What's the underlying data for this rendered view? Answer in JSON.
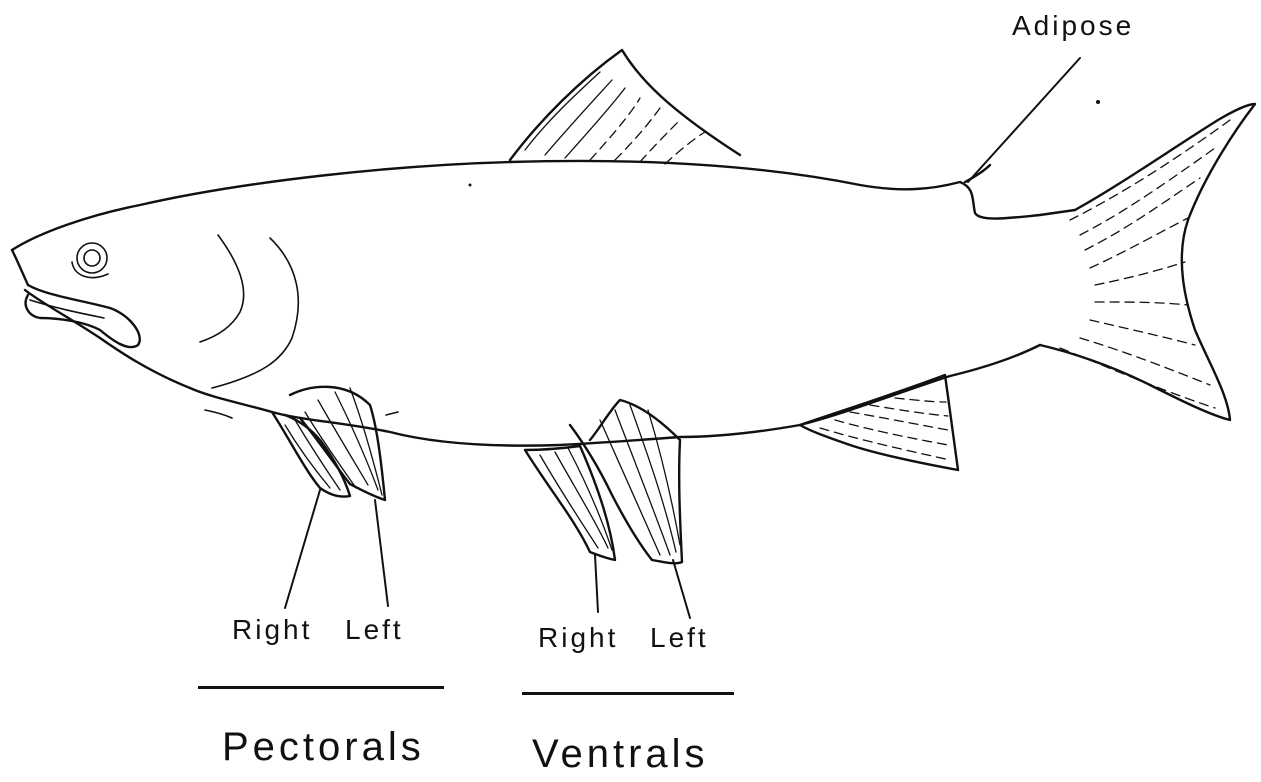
{
  "labels": {
    "adipose": "Adipose",
    "pectoral_right": "Right",
    "pectoral_left": "Left",
    "ventral_right": "Right",
    "ventral_left": "Left",
    "pectorals": "Pectorals",
    "ventrals": "Ventrals"
  },
  "colors": {
    "ink": "#111111",
    "paper": "#ffffff"
  }
}
